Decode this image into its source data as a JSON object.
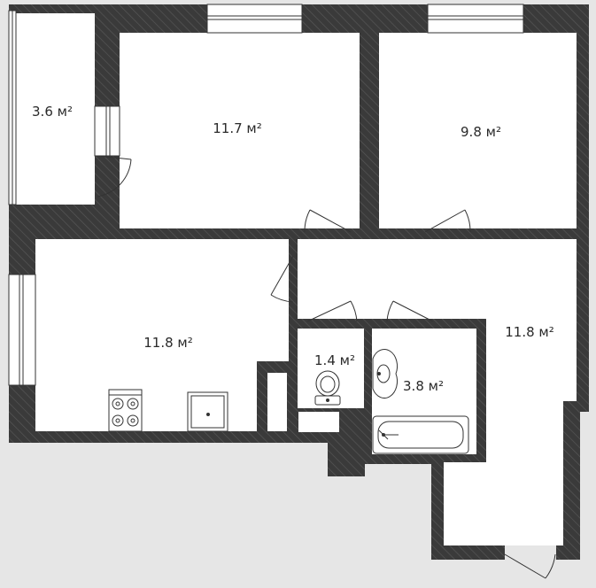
{
  "floor_plan": {
    "rooms": [
      {
        "id": "balcony",
        "area": "3.6 м²"
      },
      {
        "id": "bedroom-1",
        "area": "11.7 м²"
      },
      {
        "id": "bedroom-2",
        "area": "9.8 м²"
      },
      {
        "id": "kitchen",
        "area": "11.8 м²"
      },
      {
        "id": "hallway",
        "area": "11.8 м²"
      },
      {
        "id": "toilet",
        "area": "1.4 м²"
      },
      {
        "id": "bathroom",
        "area": "3.8 м²"
      }
    ],
    "colors": {
      "background": "#e6e6e6",
      "wall": "#3a3a3a",
      "wall_hatch": "#565656",
      "floor": "#ffffff",
      "window": "#ffffff",
      "line": "#333333"
    }
  }
}
